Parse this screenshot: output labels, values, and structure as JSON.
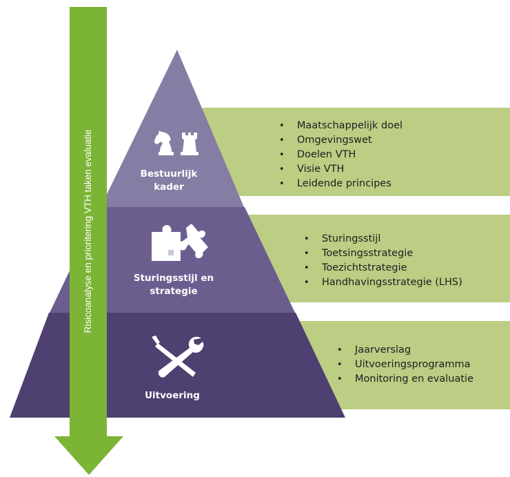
{
  "arrow": {
    "label": "Risicoanalyse en prioritering VTH taken evaluatie"
  },
  "tiers": [
    {
      "label_line1": "Bestuurlijk",
      "label_line2": "kader",
      "icon": "chess-pieces-icon",
      "items": [
        "Maatschappelijk doel",
        "Omgevingswet",
        "Doelen VTH",
        "Visie VTH",
        "Leidende principes"
      ]
    },
    {
      "label_line1": "Sturingsstijl en",
      "label_line2": "strategie",
      "icon": "puzzle-icon",
      "items": [
        "Sturingsstijl",
        "Toetsingsstrategie",
        "Toezichtstrategie",
        "Handhavingsstrategie (LHS)"
      ]
    },
    {
      "label_line1": "Uitvoering",
      "icon": "tools-icon",
      "items": [
        "Jaarverslag",
        "Uitvoeringsprogramma",
        "Monitoring en evaluatie"
      ]
    }
  ],
  "colors": {
    "tier_top": "#857da3",
    "tier_middle": "#6b5e8f",
    "tier_bottom": "#4e4070",
    "panel": "#bccd84",
    "arrow": "#7cb436"
  }
}
